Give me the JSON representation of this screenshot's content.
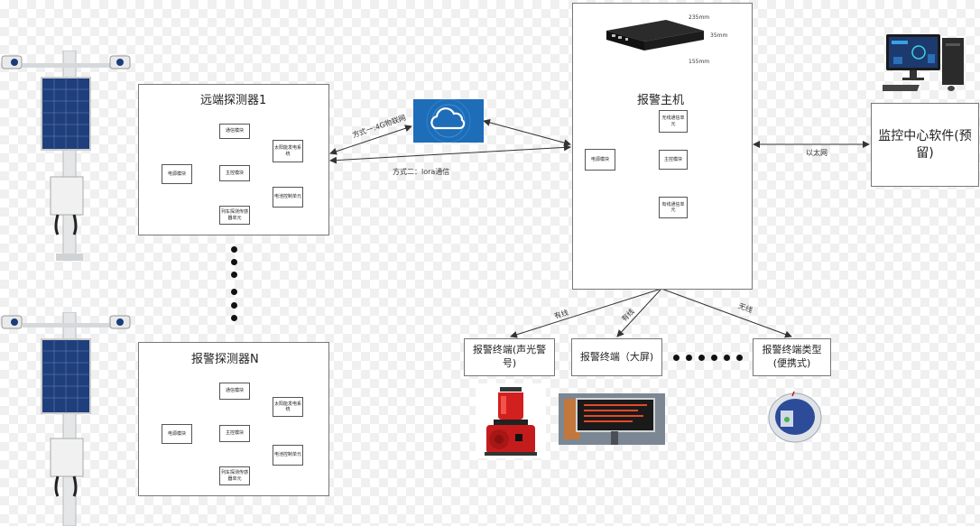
{
  "remote_detector_1": {
    "title": "远端探测器1",
    "modules": {
      "comm": "通信模块",
      "power": "电源模块",
      "main": "主控模块",
      "sensor": "列车探测传感器单元",
      "solar": "太阳能发电系统",
      "battery": "电池控制单元"
    }
  },
  "detector_n": {
    "title": "报警探测器N",
    "modules": {
      "comm": "通信模块",
      "power": "电源模块",
      "main": "主控模块",
      "sensor": "列车探测传感器单元",
      "solar": "太阳能发电系统",
      "battery": "电池控制单元"
    }
  },
  "host": {
    "title": "报警主机",
    "modules": {
      "wireless": "无线通信单元",
      "power": "电源模块",
      "main": "主控模块",
      "wired": "有线通信单元"
    },
    "dims": {
      "w": "235mm",
      "d": "155mm",
      "h": "35mm"
    }
  },
  "links": {
    "method1": "方式一:4G物联网",
    "method2": "方式二：lora通信",
    "ethernet": "以太网",
    "wired1": "有线",
    "wired2": "有线",
    "wireless": "无线"
  },
  "monitor": {
    "label": "监控中心软件(预留)"
  },
  "terminals": {
    "sound_light": "报警终端(声光警号)",
    "big_screen": "报警终端（大屏)",
    "portable": "报警终端类型(便携式)"
  },
  "colors": {
    "line": "#333333",
    "cloud_bg": "#1e6db8",
    "alarm_red": "#d21f1f"
  },
  "icons": [
    "cloud-icon",
    "solar-pole-icon",
    "computer-icon",
    "siren-icon",
    "led-screen-icon",
    "portable-terminal-icon",
    "host-device-icon"
  ]
}
